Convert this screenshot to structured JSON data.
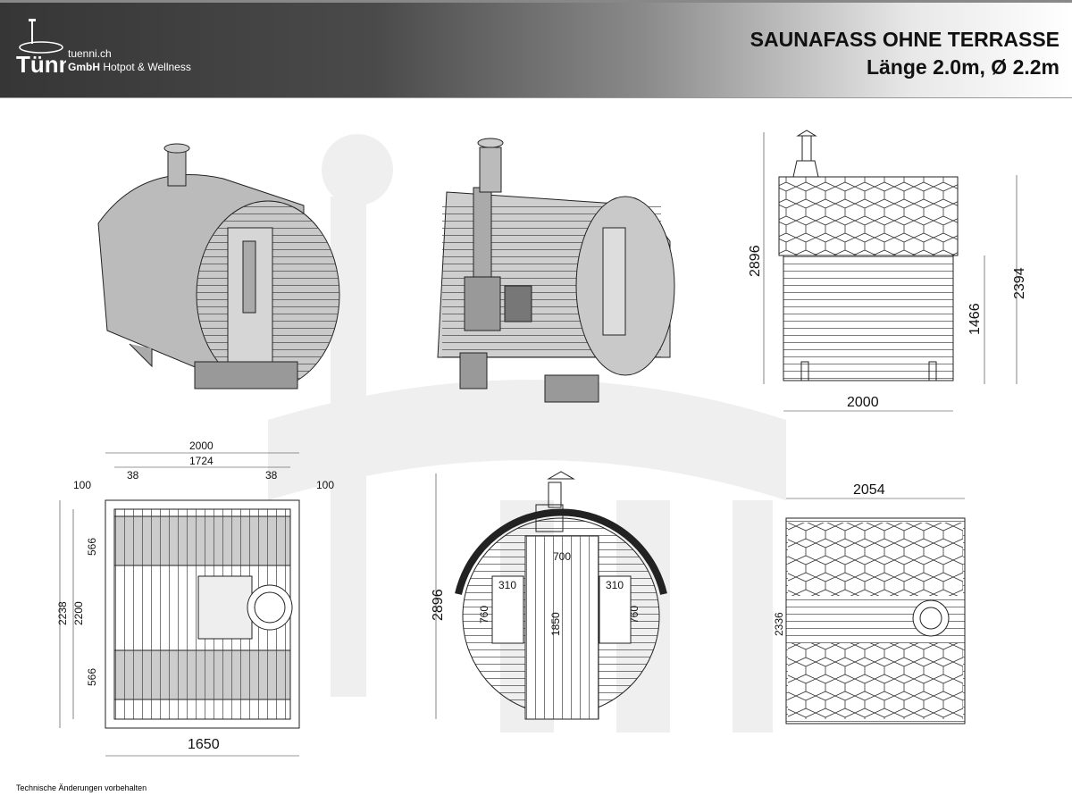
{
  "header": {
    "logo_text": "Tünni",
    "brand_domain": "tuenni.ch",
    "brand_gmbh": "GmbH",
    "brand_tagline": "Hotpot & Wellness",
    "title_line1": "SAUNAFASS OHNE TERRASSE",
    "title_line2": "Länge 2.0m, Ø 2.2m"
  },
  "side_view": {
    "height_total": "2896",
    "height_body": "2394",
    "height_lower": "1466",
    "length": "2000"
  },
  "plan_view": {
    "length_total": "2000",
    "length_inner": "1724",
    "offset_left": "38",
    "offset_right": "38",
    "margin_left": "100",
    "margin_right": "100",
    "width_total": "2238",
    "width_inner": "2200",
    "bench_top": "566",
    "bench_bottom": "566",
    "length_bottom": "1650"
  },
  "front_view": {
    "height_total": "2896",
    "door_width": "700",
    "door_height": "1850",
    "window_left_width": "310",
    "window_left_height": "760",
    "window_right_width": "310",
    "window_right_height": "760"
  },
  "back_view": {
    "width": "2054",
    "height": "2336"
  },
  "footer": {
    "note": "Technische Änderungen vorbehalten"
  },
  "colors": {
    "header_dark": "#363636",
    "line": "#222222",
    "watermark": "#efefef"
  }
}
